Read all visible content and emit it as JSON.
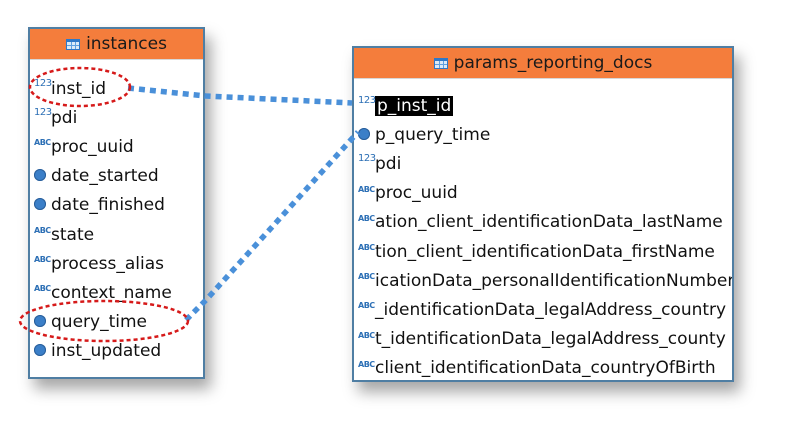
{
  "tables": {
    "instances": {
      "title": "instances",
      "columns": [
        {
          "name": "inst_id",
          "type_icon": "123"
        },
        {
          "name": "pdi",
          "type_icon": "123"
        },
        {
          "name": "proc_uuid",
          "type_icon": "ABC"
        },
        {
          "name": "date_started",
          "type_icon": "clock"
        },
        {
          "name": "date_finished",
          "type_icon": "clock"
        },
        {
          "name": "state",
          "type_icon": "ABC"
        },
        {
          "name": "process_alias",
          "type_icon": "ABC"
        },
        {
          "name": "context_name",
          "type_icon": "ABC"
        },
        {
          "name": "query_time",
          "type_icon": "clock"
        },
        {
          "name": "inst_updated",
          "type_icon": "clock"
        }
      ]
    },
    "params": {
      "title": "params_reporting_docs",
      "columns": [
        {
          "name": "p_inst_id",
          "type_icon": "123"
        },
        {
          "name": "p_query_time",
          "type_icon": "clock"
        },
        {
          "name": "pdi",
          "type_icon": "123"
        },
        {
          "name": "proc_uuid",
          "type_icon": "ABC"
        },
        {
          "name": "ation_client_identificationData_lastName",
          "type_icon": "ABC"
        },
        {
          "name": "tion_client_identificationData_firstName",
          "type_icon": "ABC"
        },
        {
          "name": "icationData_personalIdentificationNumber",
          "type_icon": "ABC"
        },
        {
          "name": "_identificationData_legalAddress_country",
          "type_icon": "ABC"
        },
        {
          "name": "t_identificationData_legalAddress_county",
          "type_icon": "ABC"
        },
        {
          "name": "client_identificationData_countryOfBirth",
          "type_icon": "ABC"
        }
      ]
    }
  },
  "icon_labels": {
    "num": "123",
    "abc": "ABC"
  },
  "colors": {
    "header": "#f47d3c",
    "link": "#4a90d9",
    "circle": "#d61a1a"
  },
  "links": [
    {
      "from": "inst_id",
      "to": "p_inst_id"
    },
    {
      "from": "query_time",
      "to": "p_query_time"
    }
  ]
}
